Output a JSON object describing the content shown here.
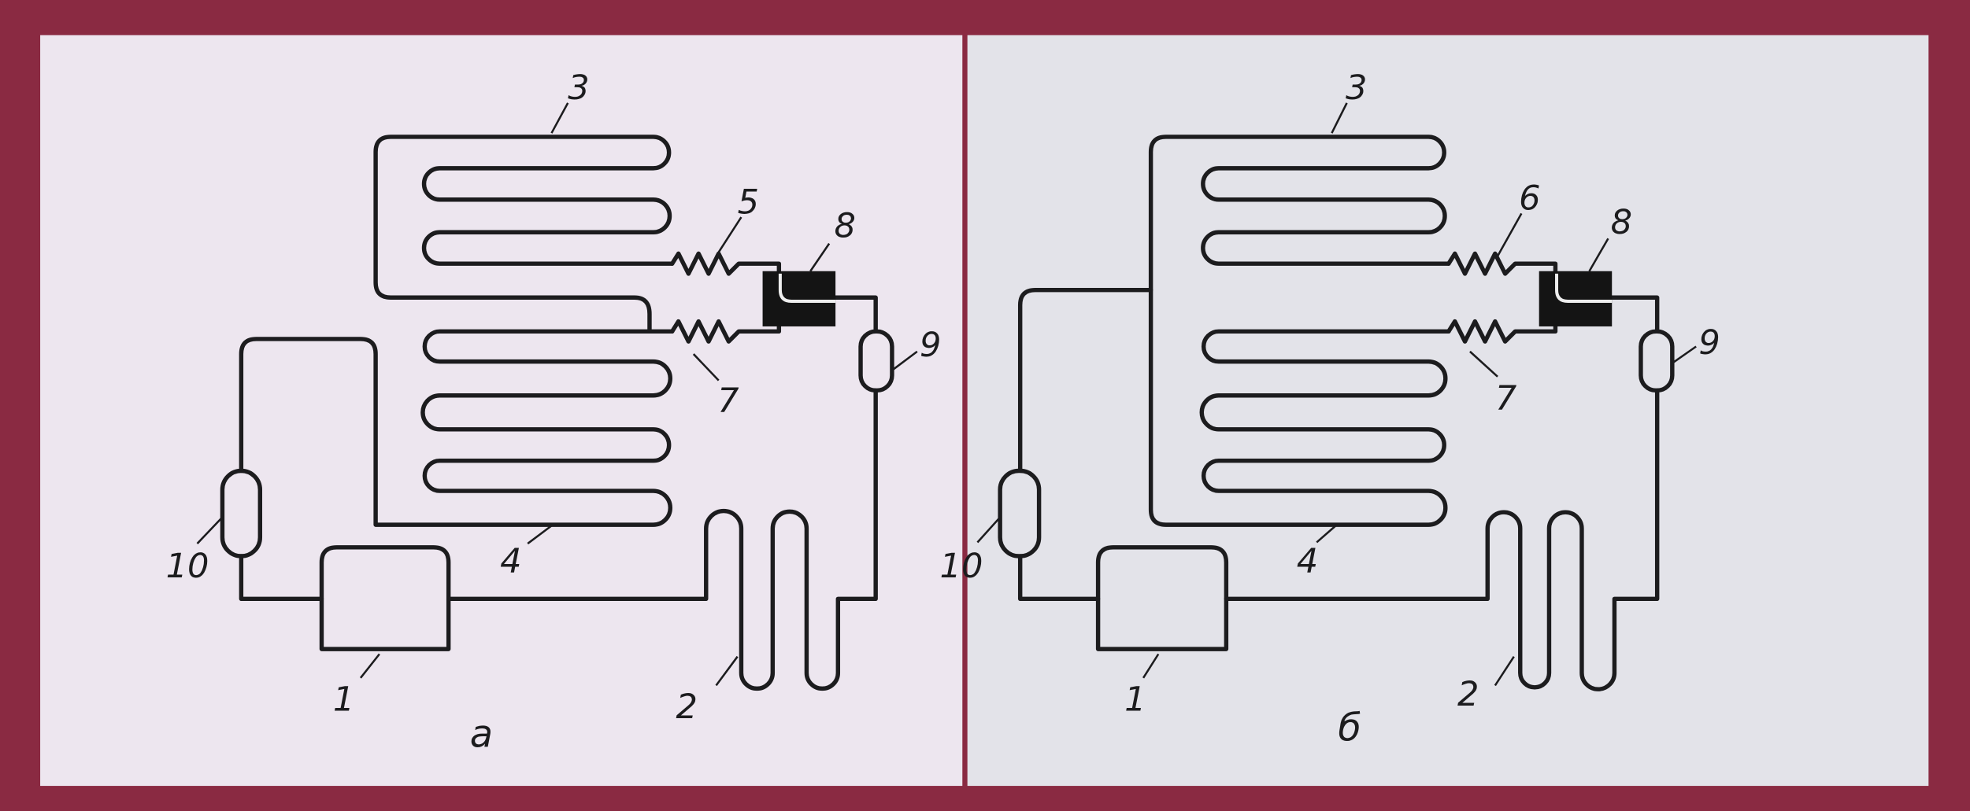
{
  "colors": {
    "frame": "#8a2a42",
    "panel_a_bg": "#ede6ef",
    "panel_b_bg": "#e3e3e9",
    "line": "#1c1c1e"
  },
  "panel_a": {
    "caption": "а",
    "labels": {
      "compressor": "1",
      "condenser": "2",
      "evaporator_upper": "3",
      "evaporator_lower": "4",
      "capillary_upper": "5",
      "capillary_lower": "7",
      "valve": "8",
      "filter_drier": "9",
      "receiver": "10"
    }
  },
  "panel_b": {
    "caption": "б",
    "labels": {
      "compressor": "1",
      "condenser": "2",
      "evaporator_upper": "3",
      "evaporator_lower": "4",
      "capillary_upper": "6",
      "capillary_lower": "7",
      "valve": "8",
      "filter_drier": "9",
      "receiver": "10"
    }
  }
}
